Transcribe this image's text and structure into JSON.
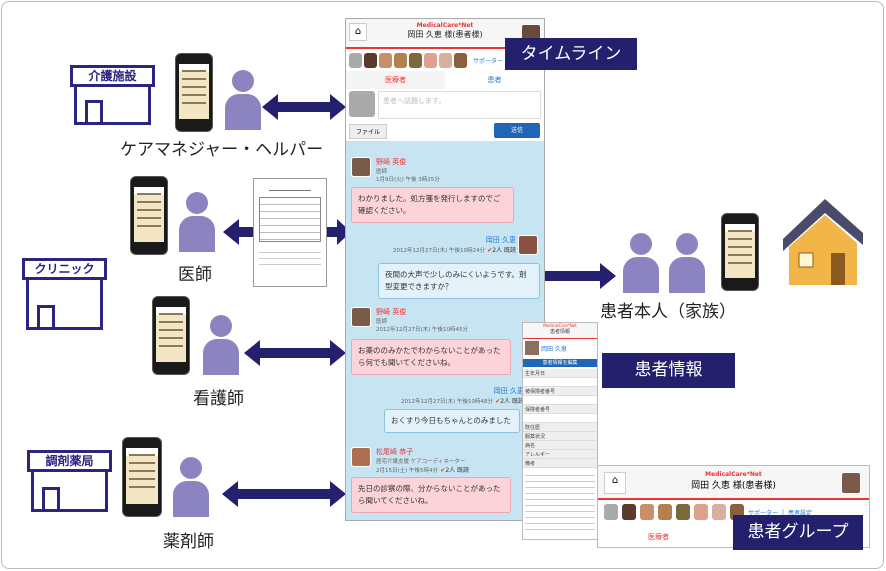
{
  "left": {
    "facilities": [
      {
        "label": "介護施設"
      },
      {
        "label": "クリニック"
      },
      {
        "label": "調剤薬局"
      }
    ],
    "roles": [
      {
        "label": "ケアマネジャー・ヘルパー"
      },
      {
        "label": "医師"
      },
      {
        "label": "看護師"
      },
      {
        "label": "薬剤師"
      }
    ]
  },
  "right": {
    "patient_label": "患者本人（家族）"
  },
  "tags": {
    "timeline": "タイムライン",
    "patient_info": "患者情報",
    "patient_group": "患者グループ"
  },
  "timeline": {
    "logo": "MedicalCare*Net",
    "home_icon": "⌂",
    "title": "岡田 久恵 様(患者様)",
    "supporter_link": "サポーター",
    "tabs": [
      "医療者",
      "患者"
    ],
    "input_placeholder": "患者へ話題します。",
    "file_button": "ファイル",
    "send_button": "送信",
    "messages": [
      {
        "name": "野崎 英俊",
        "role": "医師",
        "time": "1月9日(火) 午後 3時25分",
        "text": "わかりました。処方箋を発行しますのでご確認ください。"
      },
      {
        "name": "岡田 久恵",
        "time": "2012年12月27日(木) 午後10時24分",
        "read": "2人 既読",
        "text": "夜間の大声で少しのみにくいようです。剤型変更できますか？"
      },
      {
        "name": "野崎 英俊",
        "role": "医師",
        "time": "2012年12月27日(木) 午後10時45分",
        "text": "お薬ののみかたでわからないことがあったら何でも聞いてくださいね。"
      },
      {
        "name": "岡田 久恵",
        "time": "2012年12月27日(木) 午後10時48分",
        "read": "2人 既読",
        "text": "おくすり今日もちゃんとのみました"
      },
      {
        "name": "松尾崎 恭子",
        "role": "居宅介護支援 ケアコーディネーター",
        "time": "2月15日(土) 午後5時4分",
        "read": "2人 既読",
        "text": "先日の診察の際、分からないことがあったら聞いてくださいね。"
      }
    ]
  },
  "info_panel": {
    "logo": "MedicalCare*Net",
    "title": "患者情報",
    "name": "岡田 久恵",
    "button": "患者情報を編集",
    "rows": [
      "生年月日",
      "被保険者番号",
      "保険者番号",
      "既往歴",
      "服薬状況",
      "病名",
      "アレルギー",
      "備考"
    ]
  },
  "group_panel": {
    "logo": "MedicalCare*Net",
    "title": "岡田 久恵 様(患者様)",
    "supporter_link": "サポーター",
    "settings_link": "患者設定",
    "tab": "医療者"
  }
}
